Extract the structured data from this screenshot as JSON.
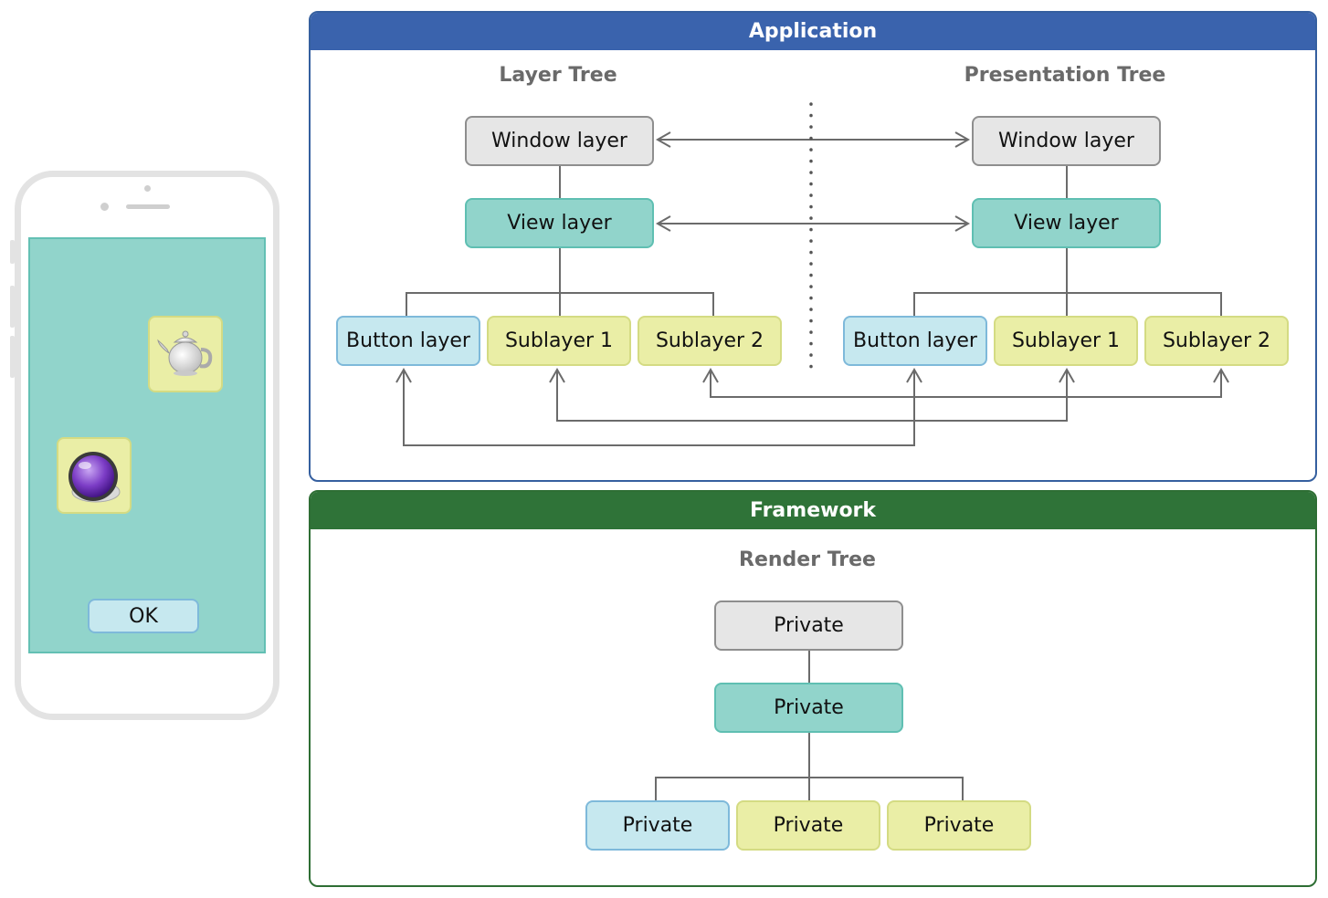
{
  "phone": {
    "ok_label": "OK",
    "icons": [
      "teapot-icon",
      "purple-orb-icon"
    ]
  },
  "application": {
    "header": "Application",
    "layer_tree": {
      "title": "Layer Tree",
      "window": "Window layer",
      "view": "View layer",
      "children": [
        "Button layer",
        "Sublayer 1",
        "Sublayer 2"
      ]
    },
    "presentation_tree": {
      "title": "Presentation Tree",
      "window": "Window layer",
      "view": "View layer",
      "children": [
        "Button layer",
        "Sublayer 1",
        "Sublayer 2"
      ]
    }
  },
  "framework": {
    "header": "Framework",
    "render_tree": {
      "title": "Render Tree",
      "root": "Private",
      "view": "Private",
      "children": [
        "Private",
        "Private",
        "Private"
      ]
    }
  },
  "colors": {
    "application_header": "#3a63ad",
    "framework_header": "#2f7338",
    "window_node": "#e6e6e6",
    "view_node": "#91d4cb",
    "button_node": "#c6e8ef",
    "sublayer_node": "#eaeea6",
    "connector": "#6b6b6b"
  }
}
